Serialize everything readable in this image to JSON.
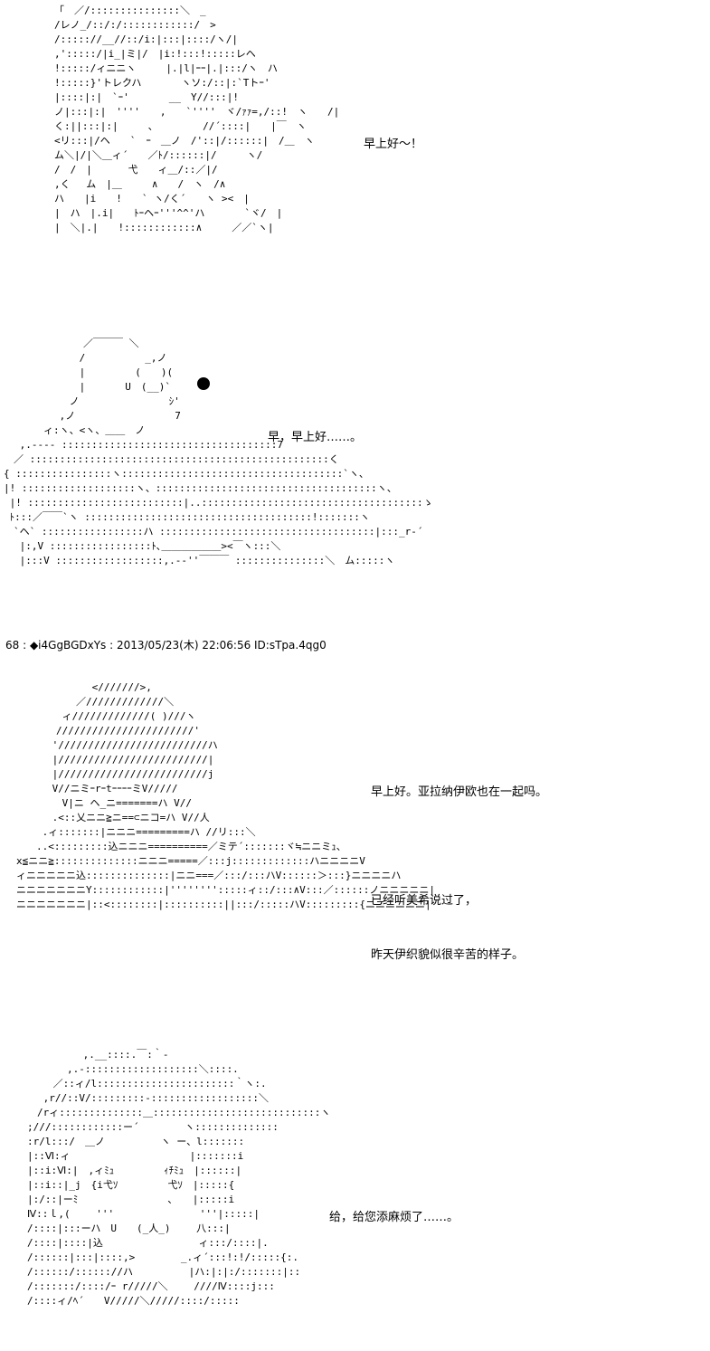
{
  "post_header": "68 : ◆i4GgBGDxYs : 2013/05/23(木) 22:06:56 ID:sTpa.4qg0",
  "panels": [
    {
      "id": "panel-1",
      "dialogue": [
        "早上好～！"
      ],
      "art": [
        "「　／/:::::::::::::::＼　_",
        "/レノ_/::/:/::::::::::::/　>",
        "/::::://__//::/i:|:::|::::/ヽ/|",
        ",':::::/|i_|ミ|/　|i:!:::!:::::レヘ",
        "!:::::/ィニニヽ　　　|.|l|ｰｰ|.|:::/ヽ　ハ",
        "!:::::}'トレクハ　　　　ヽソ:/::|:`Tトｰ'",
        "|::::|:|　`ｰ'　　　　__　Y//:::|!",
        "ノ|:::|:|　''''　　,　　`''''　ヾ/ｧｧ=,/::!　ヽ　　/|",
        "く:||:::|:|　　　、　　　　　//´::::|　　|￣　ヽ",
        "<リ:::|/ヘ　　`　ｰ　＿ノ　/'::|/::::::|　/＿　ヽ",
        "ム＼|/|＼＿ィ´　　／ﾄ/::::::|/　　　ヽ/",
        "/　/　|　　　 弋　　ィ＿/::／|/",
        ",く　 ム　|＿　　　∧　　/　ヽ　/∧",
        "ハ　　|i　　!　　` ヽ/く´　　ヽ ><　|",
        "|　ハ　|.i|　　ﾄｰヘｰ'''^^'ハ　　　　`ヾ/　|",
        "|　＼|.|　　!::::::::::::∧　　　／／`ヽ|"
      ]
    },
    {
      "id": "panel-2",
      "dialogue": [
        "早，早上好……。"
      ],
      "art": [
        "　　　　　　　　／￣￣￣ ＼",
        "　　　　　　　 /　　　　　　_,ノ",
        "　　　　　　　 |　　　　　(　　)(",
        "　　　　　　　 |　　　　U　(__)`",
        "　　　　　　 ノ　　　　　　　　　ｼ'",
        "　　　　　 ,ノ　　　　　　　　　　7",
        "　　　　ィ:ヽ、<ヽ、＿＿　ノ",
        "　 ,.--‐‐ ::::::::::::::::::::::::::::::::::::7",
        "　／ ::::::::::::::::::::::::::::::::::::::::::::::::::く",
        "{ ::::::::::::::::ヽ:::::::::::::::::::::::::::::::::::::`ヽ、",
        "|! :::::::::::::::::::ヽ、:::::::::::::::::::::::::::::::::::::ヽ、",
        " |! ::::::::::::::::::::::::::|..:::::::::::::::::::::::::::::::::::::ゝ",
        " ﾄ:::／￣￣`ヽ ::::::::::::::::::::::::::::::::::::::!:::::::ヽ",
        "　`ヘ` :::::::::::::::::ハ ::::::::::::::::::::::::::::::::::::|:::_r‐´",
        "　 |:,V :::::::::::::::::ﾄ､＿＿＿＿＿＿><￣ヽ:::＼",
        "　 |:::V ::::::::::::::::::,.-‐''￣￣￣ :::::::::::::::＼　ム:::::ヽ"
      ]
    },
    {
      "id": "panel-3",
      "dialogue": [
        "早上好。亚拉纳伊欧也在一起吗。",
        "",
        "已经听美希说过了，",
        "昨天伊织貌似很辛苦的样子。"
      ],
      "art": [
        "　　　　　　　 <///////>,",
        "　　　　　　／/////////////＼",
        "　　　　 ィ/////////////( )///ヽ",
        "　　　　///////////////////////'",
        "　　　 '/////////////////////////ハ",
        "　　　 |/////////////////////////|",
        "　　　 |/////////////////////////j",
        "　　　 V//ニミｰrｰtｰｰｰｰミV/////",
        "　　　　 V|ニ ヘ_ニ=======ハ V//",
        "　　　 .<::乂ニニ≧ニ==⊂ニコ=ハ V//人",
        "　 　.ィ:::::::|ニニニ=========ハ //リ:::＼",
        "　　..<:::::::::込ニニニ==========／ミテ´:::::::ヾ≒ニニミｭ、",
        "x≦ニニ≧::::::::::::::ニニニ=====／:::j:::::::::::::ハニニニニV",
        "ィニニニニニ込::::::::::::::|ニニ===／:::/:::ハV::::::＞:::}ニニニニハ",
        "ニニニニニニニY::::::::::::|'''''''':::::ィ::/:::∧V:::／::::::ノニニニニニ|",
        "ニニニニニニニ|::<::::::::|::::::::::||:::/:::::ハV:::::::::{ニニニニニニ|"
      ]
    },
    {
      "id": "panel-4",
      "dialogue": [
        "给，给您添麻烦了……。"
      ],
      "art": [
        "　　　　　 ,.__::::.￣:｀-",
        "　　　　,.-:::::::::::::::::::＼::::.",
        "　　 ／::ィ/l:::::::::::::::::::::::｀ヽ:.",
        "　 ,r//::V/:::::::::-::::::::::::::::::＼",
        "　/rィ::::::::::::::＿::::::::::::::::::::::::::::ヽ",
        ";///::::::::::::ー´　　　　 ヽ::::::::::::::",
        ":r/l:::/　＿ノ　　　　　 ヽ ー、l:::::::",
        "|::Ⅵ:ィ　　　　　　　　　　　　|:::::::i",
        "|::i:Ⅵ:|　,ィﾐｭ　　　　　ｨﾁﾐｭ　|::::::|",
        "|::i::|_j　{i弋ｿ　　　　　弋ｿ　|:::::{",
        "|:/::|ーﾐ　　　　　　　　　、　　|:::::i",
        "Ⅳ::ｌ,(　　 '''　　　　　　　　 '''|:::::|",
        "/::::|:::ーハ　U　　(_人_)　　 八:::|",
        "/::::|::::|込　　　　　　　　　 ィ:::/::::|.",
        "/::::::|:::|::::,>　　　　 _.ィ´:::!:!/:::::{:.",
        "/::::::/:::::://ハ　　　　　 |ハ:|:|:/:::::::|::",
        "/:::::::/::::/ｰ r/////＼　　 ////Ⅳ::::j:::",
        "/::::ィ/ﾍ´　　V/////＼/////::::/:::::"
      ]
    }
  ]
}
